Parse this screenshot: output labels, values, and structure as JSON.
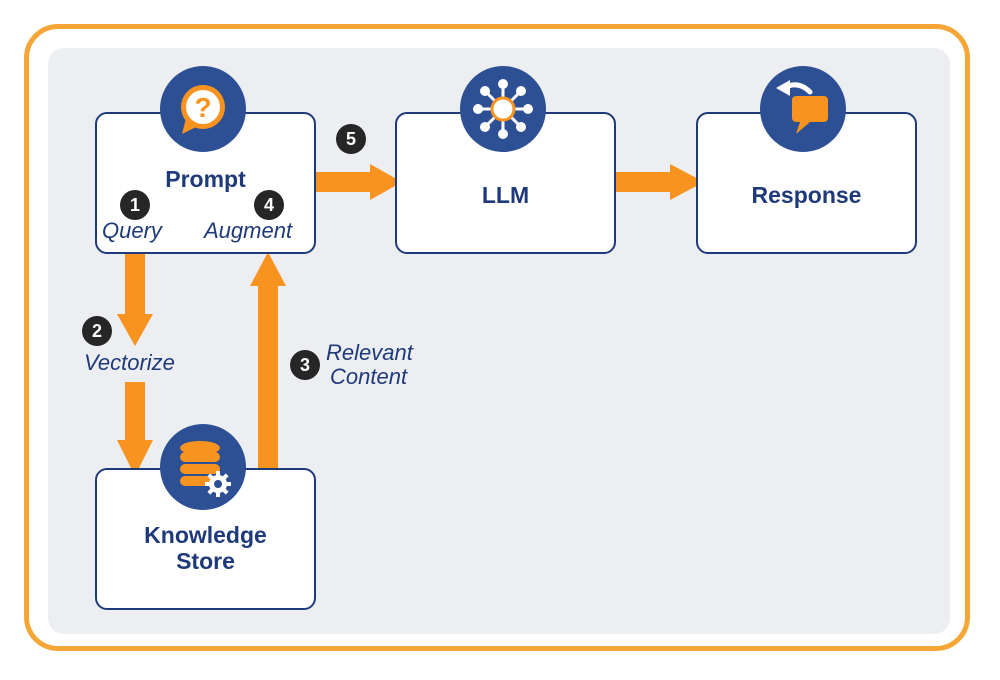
{
  "nodes": {
    "prompt": {
      "title": "Prompt",
      "icon": "question-chat-icon"
    },
    "llm": {
      "title": "LLM",
      "icon": "neural-network-icon"
    },
    "response": {
      "title": "Response",
      "icon": "reply-chat-icon"
    },
    "knowledge_store": {
      "title_line1": "Knowledge",
      "title_line2": "Store",
      "icon": "database-gear-icon"
    }
  },
  "steps": [
    {
      "number": "1",
      "label": "Query"
    },
    {
      "number": "2",
      "label": "Vectorize"
    },
    {
      "number": "3",
      "label_line1": "Relevant",
      "label_line2": "Content"
    },
    {
      "number": "4",
      "label": "Augment"
    },
    {
      "number": "5",
      "label": ""
    }
  ],
  "colors": {
    "frame": "#f5a636",
    "arrow": "#f7931e",
    "navy": "#1f3a7a",
    "icon_bg": "#2d4f93",
    "panel": "#eceef1",
    "badge": "#262626"
  }
}
